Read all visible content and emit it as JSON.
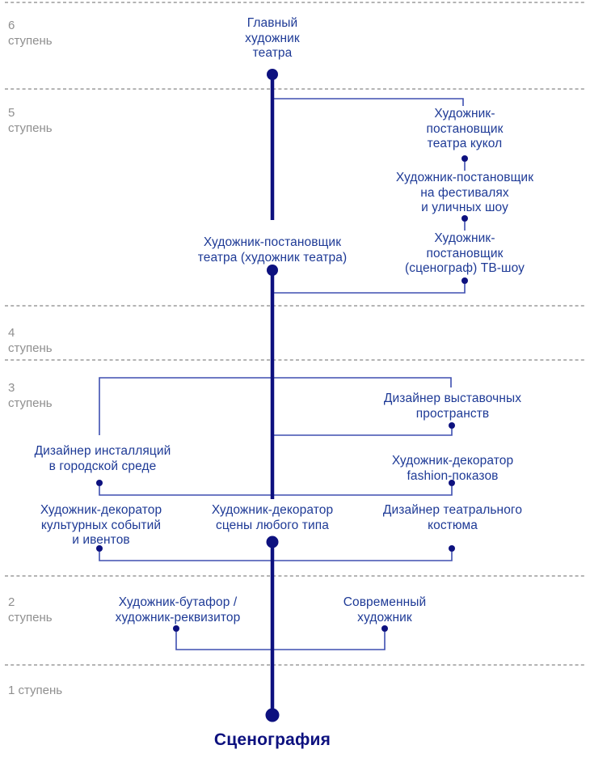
{
  "palette": {
    "node_text": "#1e3a96",
    "trunk": "#0d117f",
    "connector": "#3e4fb0",
    "separator": "#a9a9a9",
    "stage_label": "#8f8f8f",
    "background": "#ffffff"
  },
  "stages": [
    {
      "id": "6",
      "label": "6\nступень"
    },
    {
      "id": "5",
      "label": "5\nступень"
    },
    {
      "id": "4",
      "label": "4\nступень"
    },
    {
      "id": "3",
      "label": "3\nступень"
    },
    {
      "id": "2",
      "label": "2\nступень"
    },
    {
      "id": "1",
      "label": "1 ступень"
    }
  ],
  "nodes": {
    "chief": "Главный\nхудожник\nтеатра",
    "puppet": "Художник-\nпостановщик\nтеатра кукол",
    "festival": "Художник-постановщик\nна фестивалях\nи уличных шоу",
    "tv": "Художник-\nпостановщик\n(сценограф) ТВ-шоу",
    "theater": "Художник-постановщик\nтеатра (художник театра)",
    "exhibition": "Дизайнер выставочных\nпространств",
    "installation": "Дизайнер инсталляций\nв городской среде",
    "fashion": "Художник-декоратор\nfashion-показов",
    "events": "Художник-декоратор\nкультурных событий\nи ивентов",
    "stage_any": "Художник-декоратор\nсцены любого типа",
    "costume": "Дизайнер театрального\nкостюма",
    "props": "Художник-бутафор /\nхудожник-реквизитор",
    "contemporary": "Современный\nхудожник"
  },
  "root": {
    "label": "Сценография"
  }
}
